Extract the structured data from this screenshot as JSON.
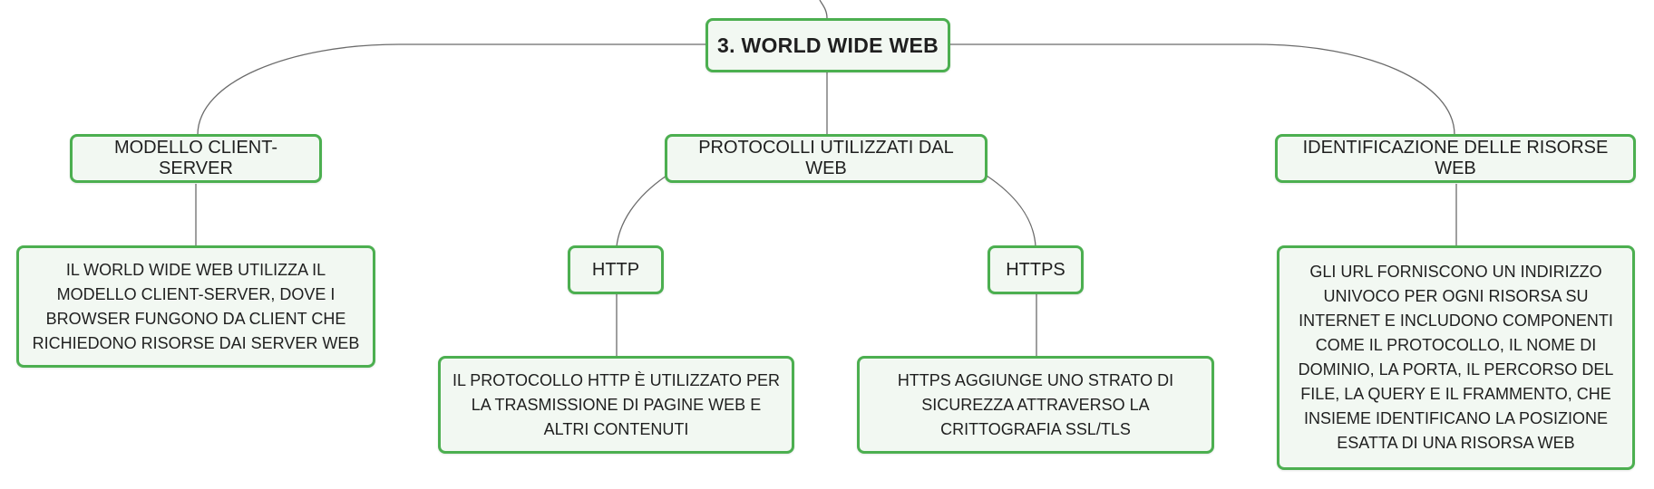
{
  "root": {
    "title": "3. WORLD WIDE WEB"
  },
  "branches": {
    "client_server": {
      "title": "MODELLO CLIENT-SERVER",
      "detail": "IL WORLD WIDE WEB UTILIZZA IL MODELLO CLIENT-SERVER, DOVE I BROWSER FUNGONO DA CLIENT CHE RICHIEDONO RISORSE DAI SERVER WEB"
    },
    "protocols": {
      "title": "PROTOCOLLI UTILIZZATI DAL WEB",
      "http": {
        "title": "HTTP",
        "detail": "IL PROTOCOLLO HTTP È UTILIZZATO PER LA TRASMISSIONE DI PAGINE WEB E ALTRI CONTENUTI"
      },
      "https": {
        "title": "HTTPS",
        "detail": "HTTPS AGGIUNGE UNO STRATO DI SICUREZZA ATTRAVERSO LA CRITTOGRAFIA SSL/TLS"
      }
    },
    "resources": {
      "title": "IDENTIFICAZIONE DELLE RISORSE WEB",
      "detail": "GLI URL FORNISCONO UN INDIRIZZO UNIVOCO PER OGNI RISORSA SU INTERNET E INCLUDONO COMPONENTI COME IL PROTOCOLLO, IL NOME DI DOMINIO, LA PORTA, IL PERCORSO DEL FILE, LA QUERY E IL FRAMMENTO, CHE INSIEME IDENTIFICANO LA POSIZIONE ESATTA DI UNA RISORSA WEB"
    }
  },
  "colors": {
    "node_border": "#4caf50",
    "node_fill": "#f2f8f2",
    "connector": "#6b6b6b"
  }
}
